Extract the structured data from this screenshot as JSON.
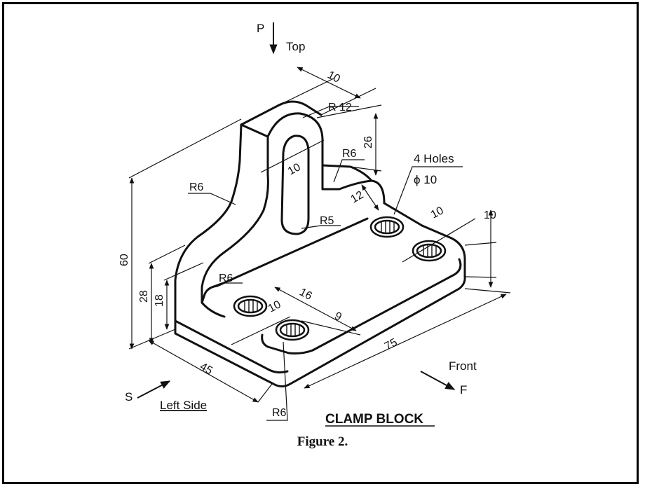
{
  "diagram": {
    "view_labels": {
      "top": "Top",
      "front": "Front",
      "left_side": "Left Side",
      "p": "P",
      "f": "F",
      "s": "S"
    },
    "title": "CLAMP BLOCK",
    "dimensions": {
      "d60": "60",
      "d28": "28",
      "d18": "18",
      "d45": "45",
      "d75": "75",
      "d10_top": "10",
      "r12": "R 12",
      "d26": "26",
      "r6_slot": "R6",
      "d10_slot": "10",
      "r6_left": "R6",
      "r5": "R5",
      "d12": "12",
      "holes_count": "4 Holes",
      "holes_dia": "ϕ 10",
      "d10_hole": "10",
      "d10_right": "10",
      "r6_inner": "R6",
      "d16": "16",
      "d10_inner": "10",
      "d9": "9",
      "r6_bottom": "R6"
    }
  },
  "caption": "Figure 2."
}
